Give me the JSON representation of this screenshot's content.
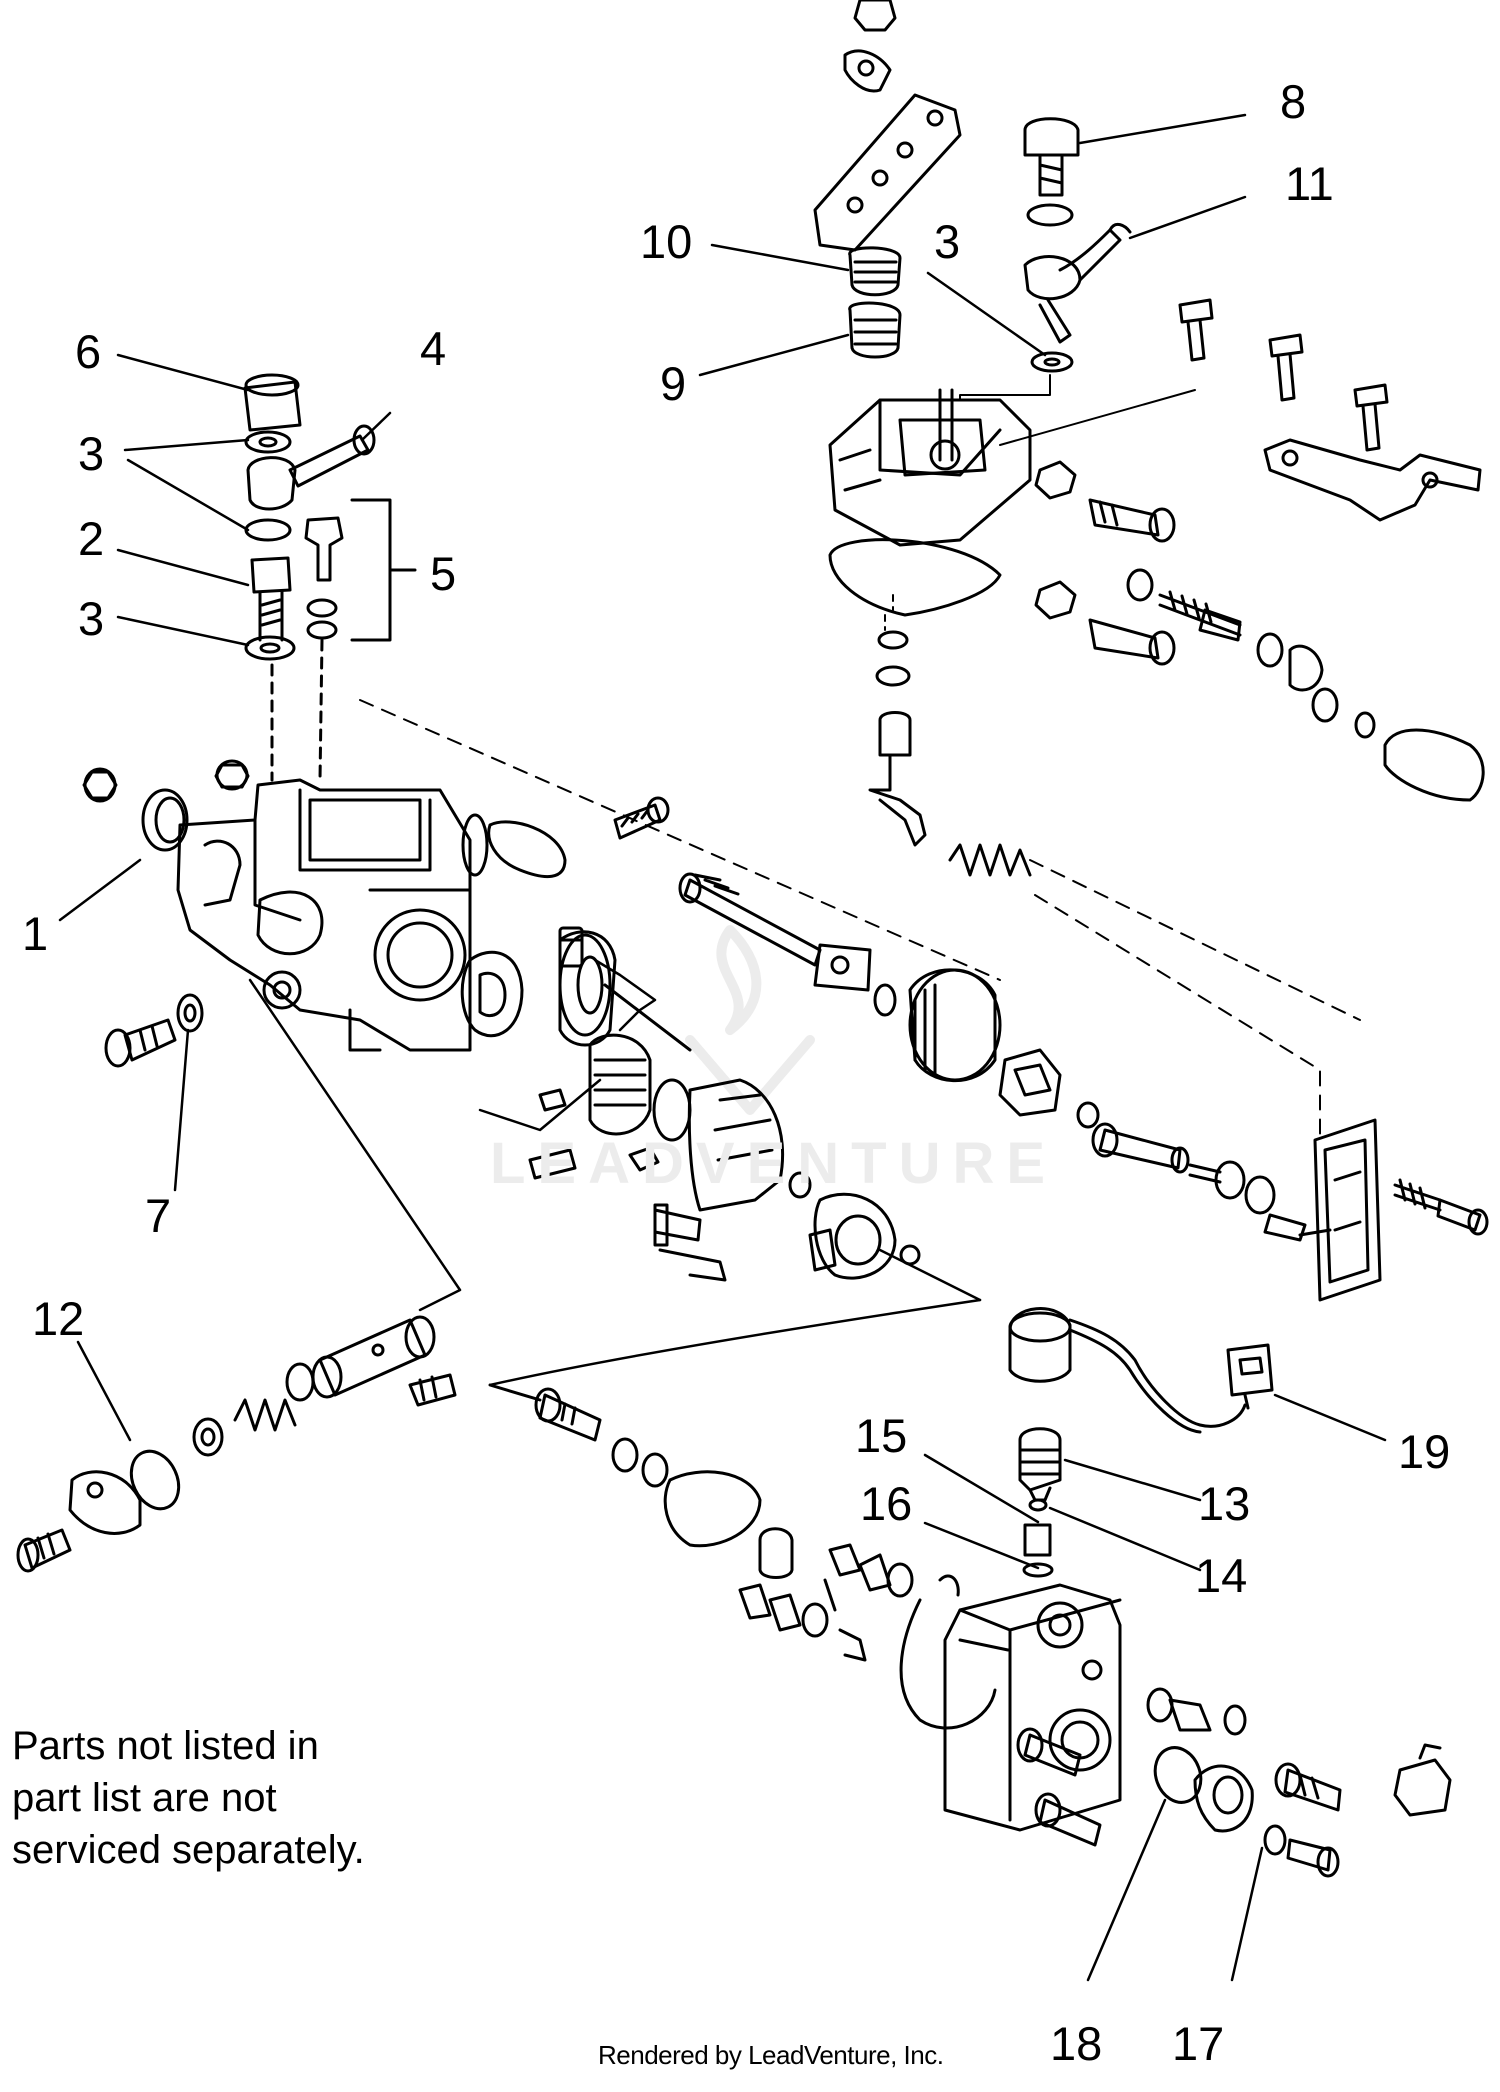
{
  "callouts": [
    {
      "label": "1"
    },
    {
      "label": "2"
    },
    {
      "label": "3"
    },
    {
      "label": "3"
    },
    {
      "label": "3"
    },
    {
      "label": "3"
    },
    {
      "label": "4"
    },
    {
      "label": "5"
    },
    {
      "label": "6"
    },
    {
      "label": "7"
    },
    {
      "label": "8"
    },
    {
      "label": "9"
    },
    {
      "label": "10"
    },
    {
      "label": "11"
    },
    {
      "label": "12"
    },
    {
      "label": "13"
    },
    {
      "label": "14"
    },
    {
      "label": "15"
    },
    {
      "label": "16"
    },
    {
      "label": "17"
    },
    {
      "label": "18"
    },
    {
      "label": "19"
    }
  ],
  "note": {
    "line1": "Parts not listed in",
    "line2": "part list are not",
    "line3": "serviced separately."
  },
  "credit": "Rendered by LeadVenture, Inc.",
  "watermark": "LEADVENTURE",
  "colors": {
    "ink": "#000000",
    "watermark": "#ececec",
    "background": "#ffffff"
  }
}
